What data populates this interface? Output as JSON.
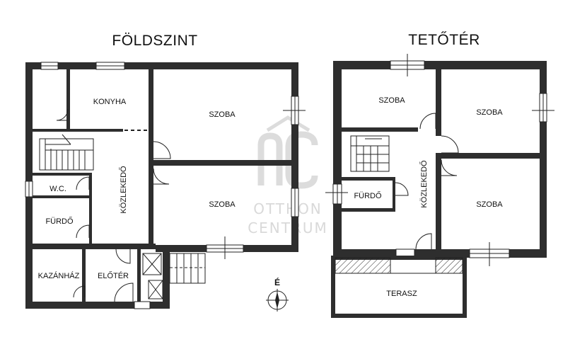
{
  "floors": {
    "ground": {
      "title": "FÖLDSZINT",
      "rooms": {
        "konyha": "KONYHA",
        "szoba_top": "SZOBA",
        "szoba_bottom": "SZOBA",
        "kozlekedo": "KÖZLEKEDŐ",
        "wc": "W.C.",
        "furdo": "FÜRDŐ",
        "kazanhaz": "KAZÁNHÁZ",
        "eloter": "ELŐTÉR"
      }
    },
    "attic": {
      "title": "TETŐTÉR",
      "rooms": {
        "szoba_left": "SZOBA",
        "szoba_right_top": "SZOBA",
        "szoba_right_bottom": "SZOBA",
        "kozlekedo": "KÖZLEKEDŐ",
        "furdo": "FÜRDŐ",
        "terasz": "TERASZ"
      }
    }
  },
  "compass": {
    "letter": "É"
  },
  "watermark": {
    "line1": "OTTHON",
    "line2": "CENTRUM"
  },
  "colors": {
    "wall": "#2e2e2e",
    "watermark": "#d9d9d9"
  }
}
